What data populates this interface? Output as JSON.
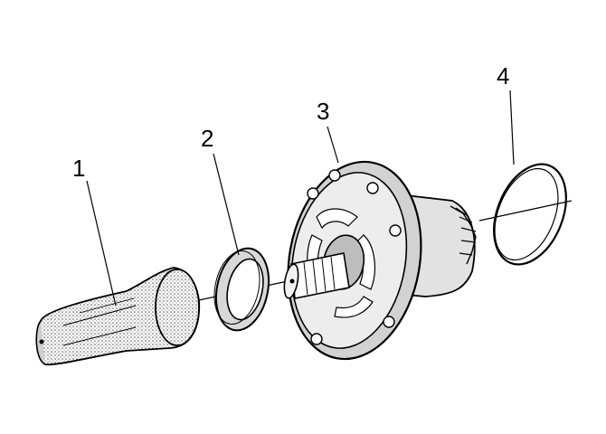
{
  "callouts": [
    {
      "id": "part-1",
      "text": "1"
    },
    {
      "id": "part-2",
      "text": "2"
    },
    {
      "id": "part-3",
      "text": "3"
    },
    {
      "id": "part-4",
      "text": "4"
    }
  ],
  "colors": {
    "ink": "#000000",
    "shade": "#b8b8b8",
    "light": "#e2e2e2",
    "background": "#ffffff"
  }
}
